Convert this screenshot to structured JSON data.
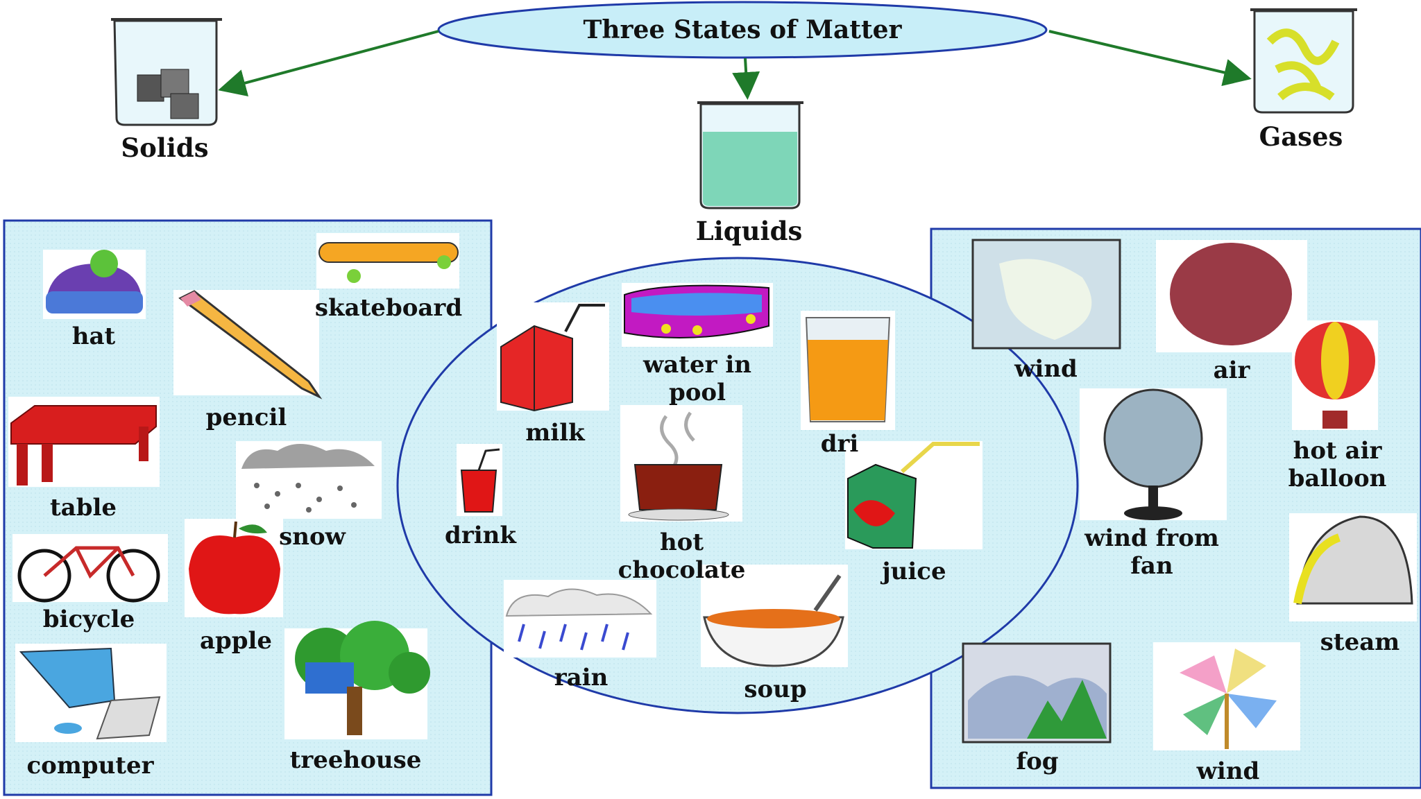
{
  "title": "Three States of Matter",
  "categories": {
    "solids": "Solids",
    "liquids": "Liquids",
    "gases": "Gases"
  },
  "solids_items": [
    "hat",
    "skateboard",
    "pencil",
    "table",
    "snow",
    "bicycle",
    "apple",
    "computer",
    "treehouse"
  ],
  "liquids_items": [
    "milk",
    "water in\npool",
    "dri",
    "drink",
    "hot\nchocolate",
    "juice",
    "rain",
    "soup"
  ],
  "gases_items": [
    "wind",
    "air",
    "hot air\nballoon",
    "wind from\nfan",
    "steam",
    "fog",
    "wind"
  ],
  "colors": {
    "panel": "#d4f1f7",
    "border": "#1f3aa8",
    "arrow": "#1f7a2a",
    "ellipse": "#c8eef8"
  }
}
